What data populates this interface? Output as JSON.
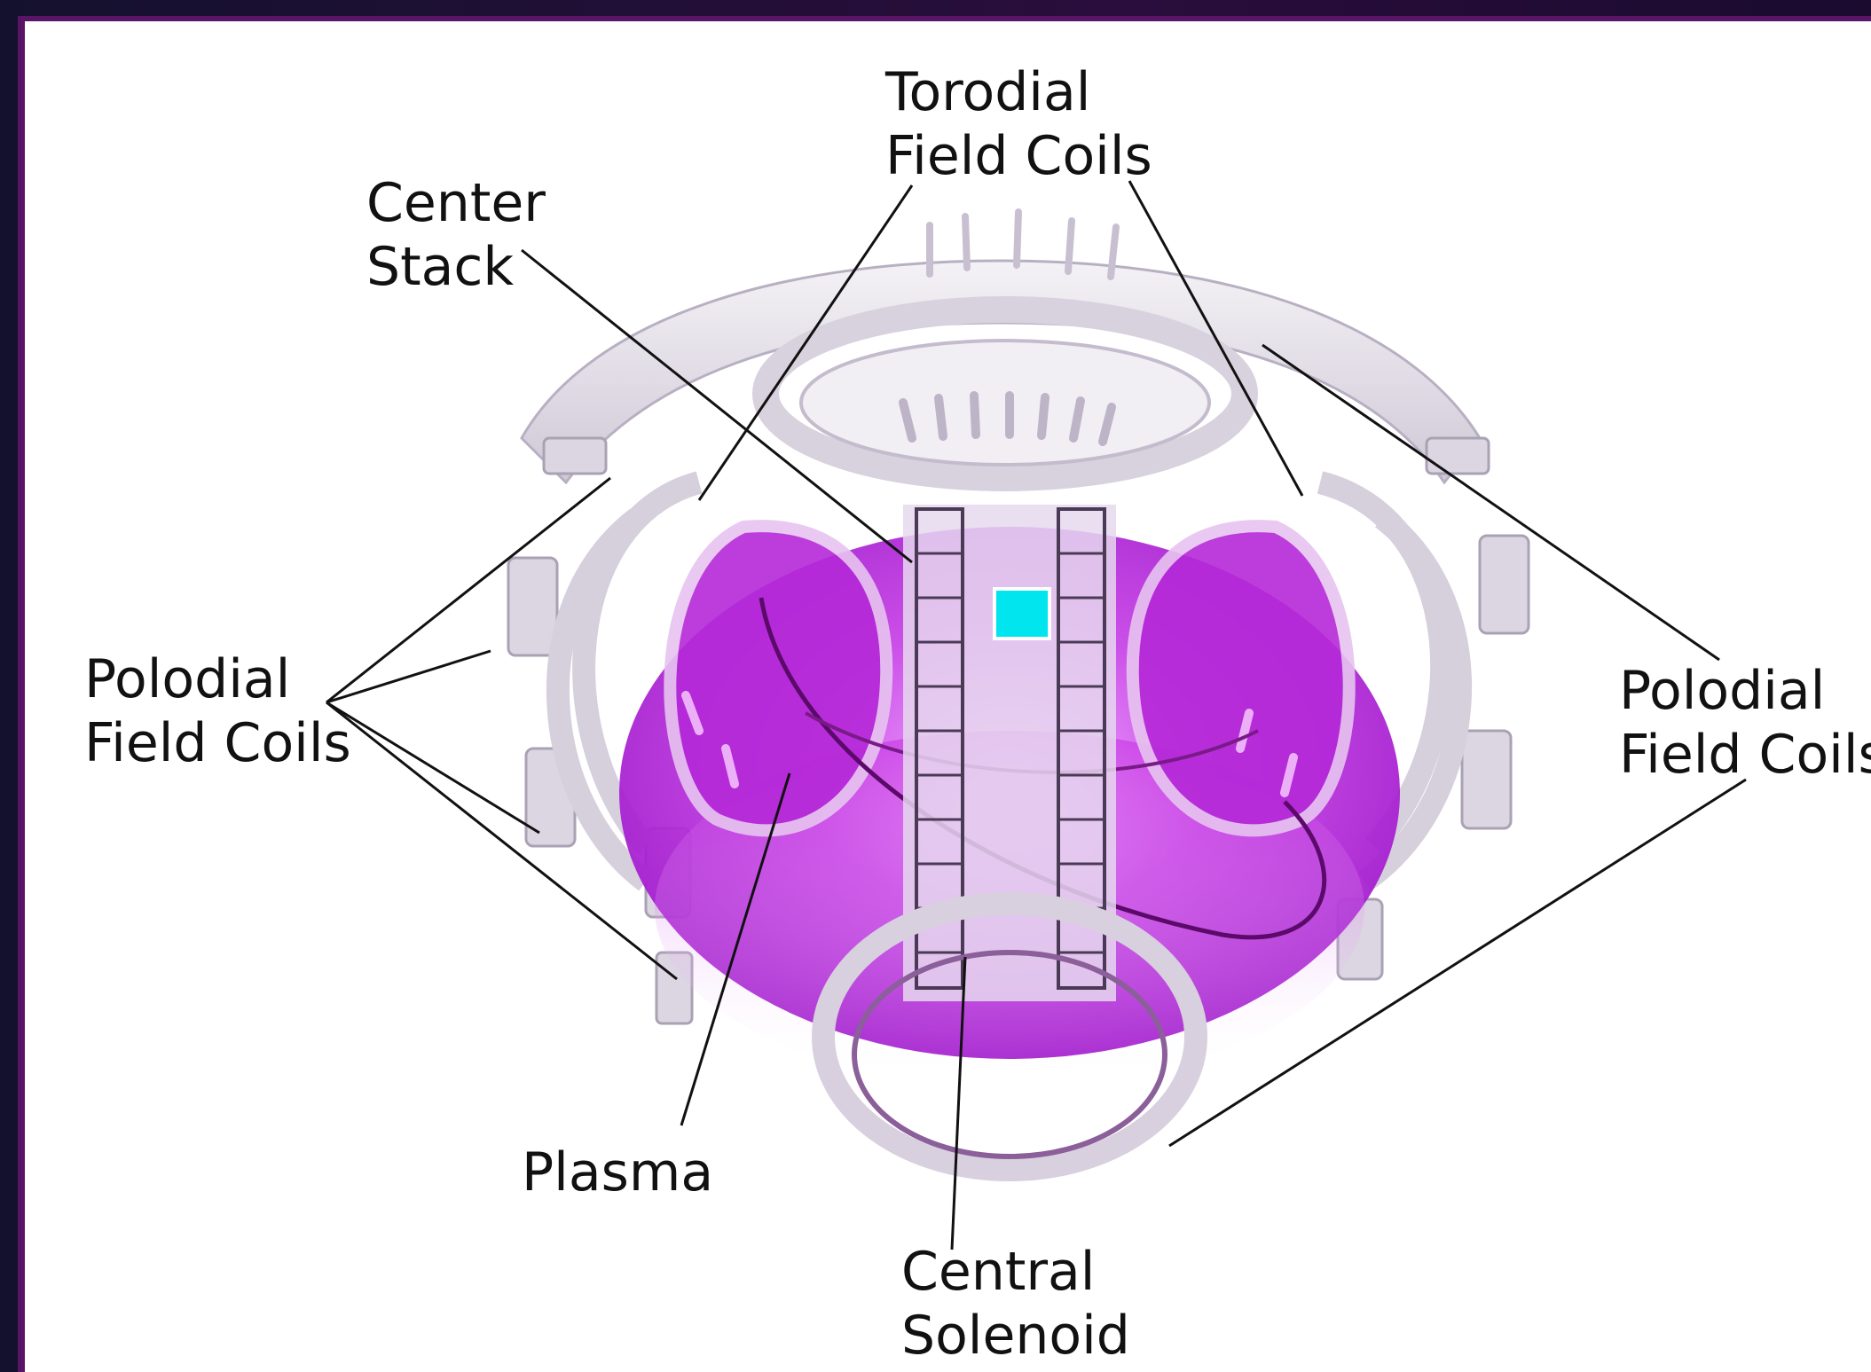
{
  "labels": {
    "toroidal": [
      "Torodial",
      "Field Coils"
    ],
    "center_stack": [
      "Center",
      "Stack"
    ],
    "poloidal_left": [
      "Polodial",
      "Field Coils"
    ],
    "poloidal_right": [
      "Polodial",
      "Field Coils"
    ],
    "plasma": "Plasma",
    "central_solenoid": [
      "Central",
      "Solenoid"
    ]
  },
  "colors": {
    "plasma": "#c020e0",
    "structure": "#e8e4ea",
    "marker": "#00e5ee",
    "border": "#5a1466",
    "leader_line": "#111111"
  }
}
